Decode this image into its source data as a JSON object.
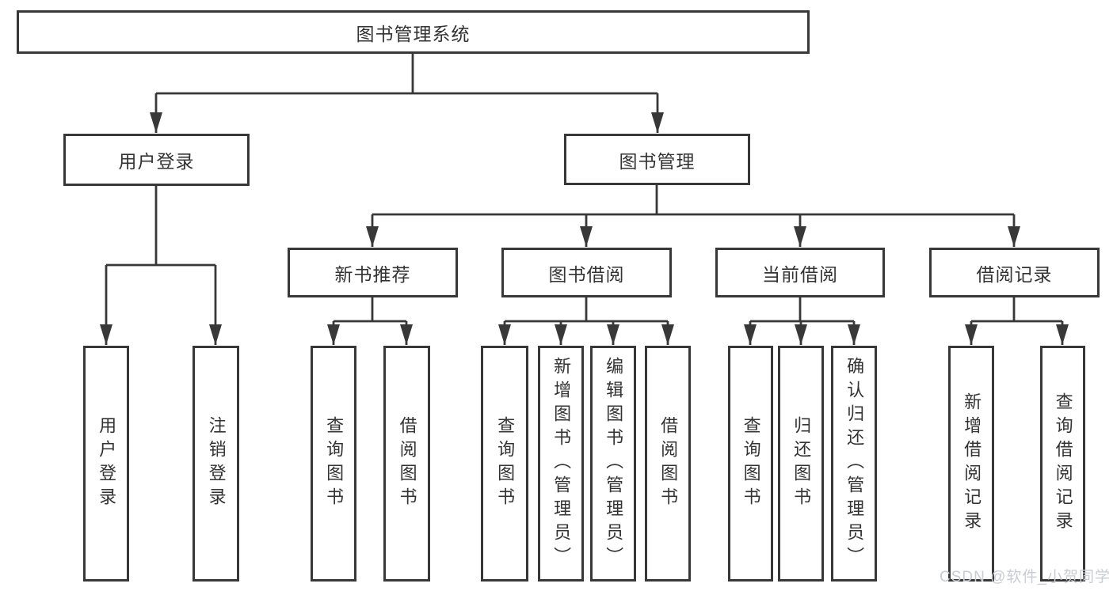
{
  "diagram": {
    "title": "图书管理系统",
    "level2": [
      {
        "label": "用户登录"
      },
      {
        "label": "图书管理"
      }
    ],
    "level3": [
      {
        "label": "新书推荐",
        "parent": "图书管理"
      },
      {
        "label": "图书借阅",
        "parent": "图书管理"
      },
      {
        "label": "当前借阅",
        "parent": "图书管理"
      },
      {
        "label": "借阅记录",
        "parent": "图书管理"
      }
    ],
    "leaves": [
      {
        "label": "用户登录",
        "parent": "用户登录"
      },
      {
        "label": "注销登录",
        "parent": "用户登录"
      },
      {
        "label": "查询图书",
        "parent": "新书推荐"
      },
      {
        "label": "借阅图书",
        "parent": "新书推荐"
      },
      {
        "label": "查询图书",
        "parent": "图书借阅"
      },
      {
        "label": "新增图书（管理员）",
        "parent": "图书借阅"
      },
      {
        "label": "编辑图书（管理员）",
        "parent": "图书借阅"
      },
      {
        "label": "借阅图书",
        "parent": "图书借阅"
      },
      {
        "label": "查询图书",
        "parent": "当前借阅"
      },
      {
        "label": "归还图书",
        "parent": "当前借阅"
      },
      {
        "label": "确认归还（管理员）",
        "parent": "当前借阅"
      },
      {
        "label": "新增借阅记录",
        "parent": "借阅记录"
      },
      {
        "label": "查询借阅记录",
        "parent": "借阅记录"
      }
    ]
  },
  "watermark": {
    "text": "CSDN @软件_小贺同学"
  },
  "colors": {
    "line": "#383838",
    "box_border": "#383838",
    "box_fill": "#ffffff",
    "text": "#333333",
    "watermark": "#c9ccd3"
  }
}
